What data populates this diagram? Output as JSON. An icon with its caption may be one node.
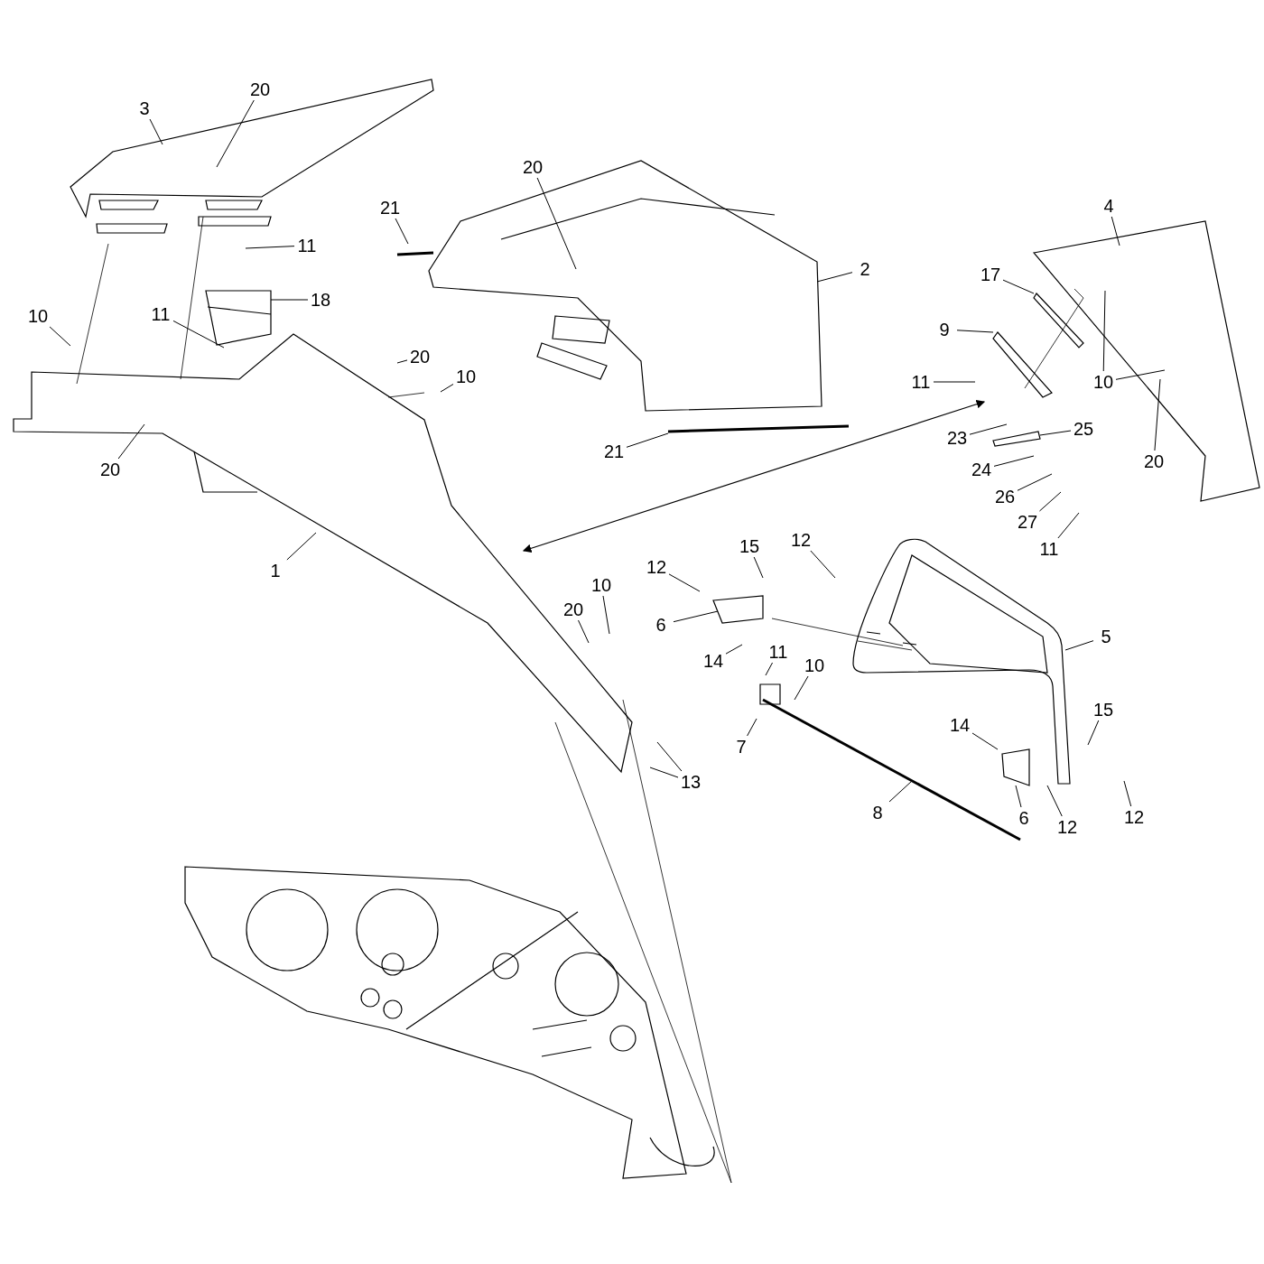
{
  "diagram": {
    "nodes": [
      {
        "text": [
          "20"
        ]
      },
      {
        "text": [
          "3"
        ]
      },
      {
        "text": [
          "21"
        ]
      },
      {
        "text": [
          "20"
        ]
      },
      {
        "text": [
          "4"
        ]
      },
      {
        "text": [
          "2"
        ]
      },
      {
        "text": [
          "11"
        ]
      },
      {
        "text": [
          "17"
        ]
      },
      {
        "text": [
          "18"
        ]
      },
      {
        "text": [
          "10"
        ]
      },
      {
        "text": [
          "11"
        ]
      },
      {
        "text": [
          "9"
        ]
      },
      {
        "text": [
          "20"
        ]
      },
      {
        "text": [
          "10"
        ]
      },
      {
        "text": [
          "11"
        ]
      },
      {
        "text": [
          "10"
        ]
      },
      {
        "text": [
          "20"
        ]
      },
      {
        "text": [
          "23"
        ]
      },
      {
        "text": [
          "25"
        ]
      },
      {
        "text": [
          "21"
        ]
      },
      {
        "text": [
          "20"
        ]
      },
      {
        "text": [
          "24"
        ]
      },
      {
        "text": [
          "26"
        ]
      },
      {
        "text": [
          "27"
        ]
      },
      {
        "text": [
          "11"
        ]
      },
      {
        "text": [
          "1"
        ]
      },
      {
        "text": [
          "15"
        ]
      },
      {
        "text": [
          "12"
        ]
      },
      {
        "text": [
          "12"
        ]
      },
      {
        "text": [
          "10"
        ]
      },
      {
        "text": [
          "20"
        ]
      },
      {
        "text": [
          "6"
        ]
      },
      {
        "text": [
          "5"
        ]
      },
      {
        "text": [
          "14"
        ]
      },
      {
        "text": [
          "11"
        ]
      },
      {
        "text": [
          "10"
        ]
      },
      {
        "text": [
          "7"
        ]
      },
      {
        "text": [
          "14"
        ]
      },
      {
        "text": [
          "15"
        ]
      },
      {
        "text": [
          "13"
        ]
      },
      {
        "text": [
          "6"
        ]
      },
      {
        "text": [
          "12"
        ]
      },
      {
        "text": [
          "12"
        ]
      },
      {
        "text": [
          "8"
        ]
      }
    ],
    "edges": [
      {
        "from": 0,
        "to": null,
        "arrow": "none"
      },
      {
        "from": 1,
        "to": null,
        "arrow": "none"
      },
      {
        "from": 2,
        "to": null,
        "arrow": "none"
      },
      {
        "from": 3,
        "to": null,
        "arrow": "none"
      },
      {
        "from": 4,
        "to": null,
        "arrow": "none"
      },
      {
        "from": 5,
        "to": null,
        "arrow": "none"
      },
      {
        "from": 6,
        "to": null,
        "arrow": "none"
      },
      {
        "from": 7,
        "to": null,
        "arrow": "none"
      },
      {
        "from": 8,
        "to": null,
        "arrow": "none"
      },
      {
        "from": 9,
        "to": null,
        "arrow": "none"
      },
      {
        "from": 10,
        "to": null,
        "arrow": "none"
      },
      {
        "from": 11,
        "to": null,
        "arrow": "none"
      },
      {
        "from": 12,
        "to": null,
        "arrow": "none"
      },
      {
        "from": 13,
        "to": null,
        "arrow": "none"
      },
      {
        "from": 14,
        "to": null,
        "arrow": "none"
      },
      {
        "from": 15,
        "to": null,
        "arrow": "none"
      },
      {
        "from": 15,
        "to": null,
        "arrow": "none"
      },
      {
        "from": 16,
        "to": null,
        "arrow": "none"
      },
      {
        "from": 17,
        "to": null,
        "arrow": "none"
      },
      {
        "from": 18,
        "to": null,
        "arrow": "none"
      },
      {
        "from": 19,
        "to": null,
        "arrow": "none"
      },
      {
        "from": 20,
        "to": null,
        "arrow": "none"
      },
      {
        "from": 21,
        "to": null,
        "arrow": "none"
      },
      {
        "from": 22,
        "to": null,
        "arrow": "none"
      },
      {
        "from": 23,
        "to": null,
        "arrow": "none"
      },
      {
        "from": 24,
        "to": null,
        "arrow": "none"
      },
      {
        "from": 25,
        "to": null,
        "arrow": "none"
      },
      {
        "from": 26,
        "to": null,
        "arrow": "none"
      },
      {
        "from": 27,
        "to": null,
        "arrow": "none"
      },
      {
        "from": 28,
        "to": null,
        "arrow": "none"
      },
      {
        "from": 29,
        "to": null,
        "arrow": "none"
      },
      {
        "from": 30,
        "to": null,
        "arrow": "none"
      },
      {
        "from": 31,
        "to": null,
        "arrow": "none"
      },
      {
        "from": 32,
        "to": null,
        "arrow": "none"
      },
      {
        "from": 33,
        "to": null,
        "arrow": "none"
      },
      {
        "from": 34,
        "to": null,
        "arrow": "none"
      },
      {
        "from": 35,
        "to": null,
        "arrow": "none"
      },
      {
        "from": 36,
        "to": null,
        "arrow": "none"
      },
      {
        "from": 37,
        "to": null,
        "arrow": "none"
      },
      {
        "from": 38,
        "to": null,
        "arrow": "none"
      },
      {
        "from": 39,
        "to": null,
        "arrow": "none"
      },
      {
        "from": 39,
        "to": null,
        "arrow": "none"
      },
      {
        "from": 40,
        "to": null,
        "arrow": "none"
      },
      {
        "from": 41,
        "to": null,
        "arrow": "none"
      },
      {
        "from": 42,
        "to": null,
        "arrow": "none"
      },
      {
        "from": 43,
        "to": null,
        "arrow": "none"
      }
    ]
  }
}
